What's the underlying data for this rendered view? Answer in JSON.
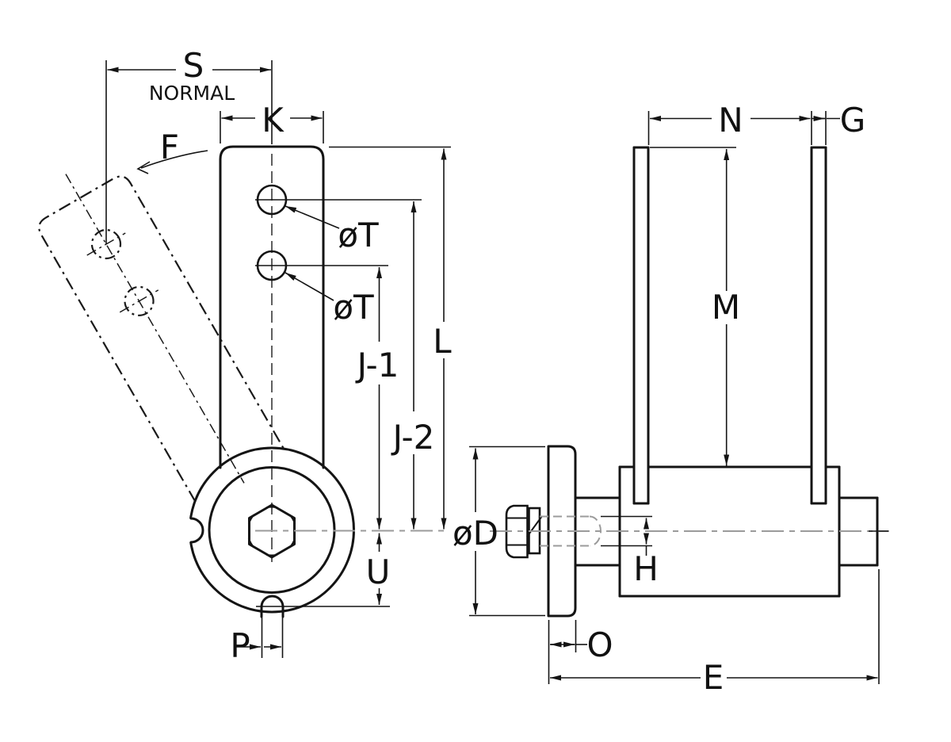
{
  "drawing": {
    "type": "engineering-dimension-diagram",
    "subject": "cam latch / lock assembly, front view with rotated phantom arm and side view",
    "colors": {
      "line": "#141414",
      "centerline": "#9b9b9b",
      "background": "#ffffff"
    },
    "labels": {
      "front_view": {
        "s": "S",
        "s_qualifier": "NORMAL",
        "k": "K",
        "f": "F",
        "hole1_dia": "øT",
        "hole2_dia": "øT",
        "l": "L",
        "j1": "J-1",
        "j2": "J-2",
        "u": "U",
        "p": "P"
      },
      "side_view": {
        "n": "N",
        "g": "G",
        "m": "M",
        "d_dia": "øD",
        "h": "H",
        "o": "O",
        "e": "E"
      }
    }
  }
}
